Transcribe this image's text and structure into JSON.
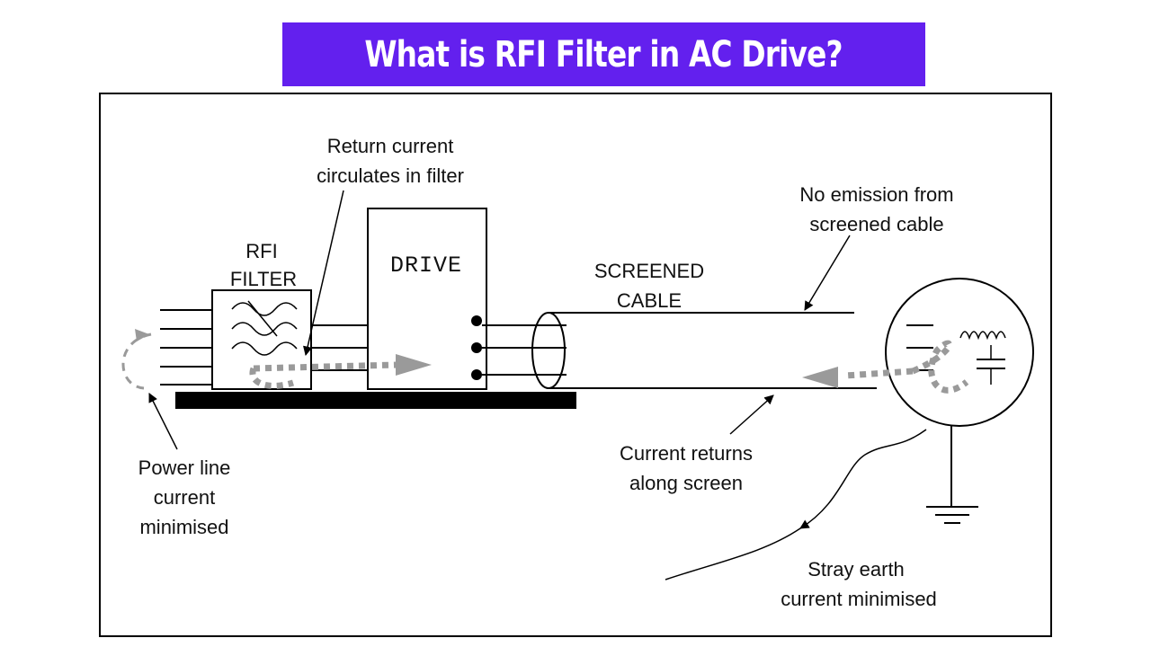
{
  "title": "What is RFI Filter in AC Drive?",
  "colors": {
    "banner_bg": "#6320ee",
    "banner_text": "#ffffff",
    "line": "#000000",
    "current_path": "#9a9a9a"
  },
  "diagram": {
    "labels": {
      "return_current_line1": "Return current",
      "return_current_line2": "circulates in filter",
      "rfi_line1": "RFI",
      "rfi_line2": "FILTER",
      "drive": "DRIVE",
      "screened_line1": "SCREENED",
      "screened_line2": "CABLE",
      "no_emission_line1": "No emission from",
      "no_emission_line2": "screened cable",
      "power_line1": "Power line",
      "power_line2": "current",
      "power_line3": "minimised",
      "current_returns_line1": "Current returns",
      "current_returns_line2": "along screen",
      "stray_line1": "Stray earth",
      "stray_line2": "current minimised"
    }
  }
}
